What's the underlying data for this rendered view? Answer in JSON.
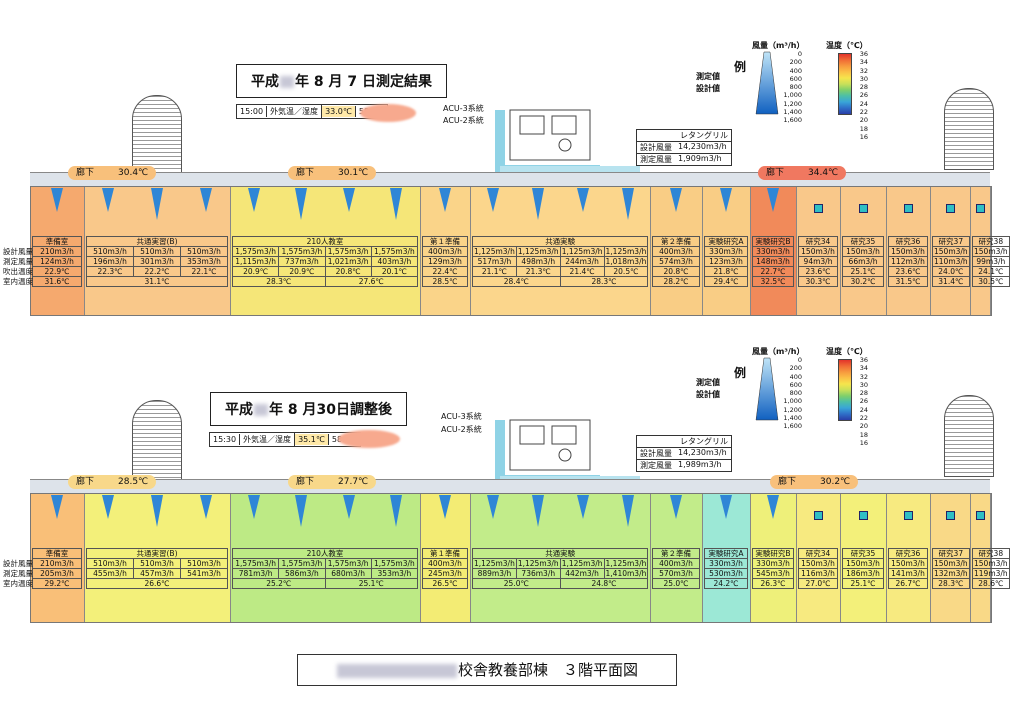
{
  "plan1": {
    "title_prefix": "平成",
    "title_suffix": "年 8 月 7 日測定結果",
    "conditions": [
      "15:00",
      "外気温／湿度",
      "33.0℃",
      "58.0%"
    ],
    "halls": [
      {
        "label": "廊下",
        "temp": "30.4℃",
        "color": "#f8c07b"
      },
      {
        "label": "廊下",
        "temp": "30.1℃",
        "color": "#f8c07b"
      },
      {
        "label": "廊下",
        "temp": "34.4℃",
        "color": "#f07860"
      }
    ],
    "row_labels": [
      "設計風量",
      "測定風量",
      "吹出温度",
      "室内温度"
    ],
    "rooms": [
      {
        "name": "準備室",
        "color": "#f5a96e",
        "design": [
          "210m3/h"
        ],
        "measured": [
          "124m3/h"
        ],
        "outlet": [
          "22.9℃"
        ],
        "room_temp": "31.6℃"
      },
      {
        "name": "共通実習(B)",
        "color": "#f9c88a",
        "design": [
          "510m3/h",
          "510m3/h",
          "510m3/h"
        ],
        "measured": [
          "196m3/h",
          "301m3/h",
          "353m3/h"
        ],
        "outlet": [
          "22.3℃",
          "22.2℃",
          "22.1℃"
        ],
        "room_temp": "31.1℃"
      },
      {
        "name": "210人教室",
        "color": "#f5e678",
        "design": [
          "1,575m3/h",
          "1,575m3/h",
          "1,575m3/h",
          "1,575m3/h"
        ],
        "measured": [
          "1,115m3/h",
          "737m3/h",
          "1,021m3/h",
          "403m3/h"
        ],
        "outlet": [
          "20.9℃",
          "20.9℃",
          "20.8℃",
          "20.1℃"
        ],
        "room_temp": [
          "28.3℃",
          "27.6℃"
        ]
      },
      {
        "name": "第１準備",
        "color": "#fad489",
        "design": [
          "400m3/h"
        ],
        "measured": [
          "129m3/h"
        ],
        "outlet": [
          "22.4℃"
        ],
        "room_temp": "28.5℃"
      },
      {
        "name": "共通実験",
        "color": "#fbd68c",
        "design": [
          "1,125m3/h",
          "1,125m3/h",
          "1,125m3/h",
          "1,125m3/h"
        ],
        "measured": [
          "517m3/h",
          "498m3/h",
          "244m3/h",
          "1,018m3/h"
        ],
        "outlet": [
          "21.1℃",
          "21.3℃",
          "21.4℃",
          "20.5℃"
        ],
        "room_temp": [
          "28.4℃",
          "28.3℃"
        ]
      },
      {
        "name": "第２準備",
        "color": "#f9cd85",
        "design": [
          "400m3/h"
        ],
        "measured": [
          "574m3/h"
        ],
        "outlet": [
          "20.8℃"
        ],
        "room_temp": "28.2℃"
      },
      {
        "name": "実験研究A",
        "color": "#f9cd85",
        "design": [
          "330m3/h"
        ],
        "measured": [
          "123m3/h"
        ],
        "outlet": [
          "21.8℃"
        ],
        "room_temp": "29.4℃"
      },
      {
        "name": "実験研究B",
        "color": "#f18a5a",
        "design": [
          "330m3/h"
        ],
        "measured": [
          "148m3/h"
        ],
        "outlet": [
          "22.7℃"
        ],
        "room_temp": "32.5℃"
      },
      {
        "name": "研究34",
        "color": "#f9c88a",
        "design": [
          "150m3/h"
        ],
        "measured": [
          "94m3/h"
        ],
        "outlet": [
          "23.6℃"
        ],
        "room_temp": "30.3℃"
      },
      {
        "name": "研究35",
        "color": "#f9c88a",
        "design": [
          "150m3/h"
        ],
        "measured": [
          "66m3/h"
        ],
        "outlet": [
          "25.1℃"
        ],
        "room_temp": "30.2℃"
      },
      {
        "name": "研究36",
        "color": "#f9c88a",
        "design": [
          "150m3/h"
        ],
        "measured": [
          "112m3/h"
        ],
        "outlet": [
          "23.6℃"
        ],
        "room_temp": "31.5℃"
      },
      {
        "name": "研究37",
        "color": "#f9c88a",
        "design": [
          "150m3/h"
        ],
        "measured": [
          "110m3/h"
        ],
        "outlet": [
          "24.0℃"
        ],
        "room_temp": "31.4℃"
      },
      {
        "name": "研究38",
        "color": "#f9c88a",
        "design": [
          "150m3/h"
        ],
        "measured": [
          "99m3/h"
        ],
        "outlet": [
          "24.1℃"
        ],
        "room_temp": "30.5℃"
      }
    ]
  },
  "plan2": {
    "title_prefix": "平成",
    "title_suffix": "年 8 月30日調整後",
    "conditions": [
      "15:30",
      "外気温／湿度",
      "35.1℃",
      "58.4%"
    ],
    "halls": [
      {
        "label": "廊下",
        "temp": "28.5℃",
        "color": "#f8d88a"
      },
      {
        "label": "廊下",
        "temp": "27.7℃",
        "color": "#f8d88a"
      },
      {
        "label": "廊下",
        "temp": "30.2℃",
        "color": "#f8c07b"
      }
    ],
    "row_labels": [
      "設計風量",
      "測定風量",
      "室内温度"
    ],
    "rooms": [
      {
        "name": "準備室",
        "color": "#f9bf78",
        "design": [
          "210m3/h"
        ],
        "measured": [
          "205m3/h"
        ],
        "room_temp": "29.2℃"
      },
      {
        "name": "共通実習(B)",
        "color": "#f3f07a",
        "design": [
          "510m3/h",
          "510m3/h",
          "510m3/h"
        ],
        "measured": [
          "455m3/h",
          "457m3/h",
          "541m3/h"
        ],
        "room_temp": "26.6℃"
      },
      {
        "name": "210人教室",
        "color": "#bdea85",
        "design": [
          "1,575m3/h",
          "1,575m3/h",
          "1,575m3/h",
          "1,575m3/h"
        ],
        "measured": [
          "781m3/h",
          "586m3/h",
          "680m3/h",
          "353m3/h"
        ],
        "room_temp": [
          "25.2℃",
          "25.1℃"
        ]
      },
      {
        "name": "第１準備",
        "color": "#f3ec74",
        "design": [
          "400m3/h"
        ],
        "measured": [
          "245m3/h"
        ],
        "room_temp": "26.5℃"
      },
      {
        "name": "共通実験",
        "color": "#c2ec8a",
        "design": [
          "1,125m3/h",
          "1,125m3/h",
          "1,125m3/h",
          "1,125m3/h"
        ],
        "measured": [
          "889m3/h",
          "736m3/h",
          "442m3/h",
          "1,410m3/h"
        ],
        "room_temp": [
          "25.0℃",
          "24.8℃"
        ]
      },
      {
        "name": "第２準備",
        "color": "#c2ec8a",
        "design": [
          "400m3/h"
        ],
        "measured": [
          "570m3/h"
        ],
        "room_temp": "25.0℃"
      },
      {
        "name": "実験研究A",
        "color": "#9ce8d6",
        "design": [
          "330m3/h"
        ],
        "measured": [
          "530m3/h"
        ],
        "room_temp": "24.2℃"
      },
      {
        "name": "実験研究B",
        "color": "#eef07a",
        "design": [
          "330m3/h"
        ],
        "measured": [
          "545m3/h"
        ],
        "room_temp": "26.3℃"
      },
      {
        "name": "研究34",
        "color": "#f7ea80",
        "design": [
          "150m3/h"
        ],
        "measured": [
          "116m3/h"
        ],
        "room_temp": "27.0℃"
      },
      {
        "name": "研究35",
        "color": "#f3f07a",
        "design": [
          "150m3/h"
        ],
        "measured": [
          "186m3/h"
        ],
        "room_temp": "25.1℃"
      },
      {
        "name": "研究36",
        "color": "#f7ea80",
        "design": [
          "150m3/h"
        ],
        "measured": [
          "141m3/h"
        ],
        "room_temp": "26.7℃"
      },
      {
        "name": "研究37",
        "color": "#f9d987",
        "design": [
          "150m3/h"
        ],
        "measured": [
          "132m3/h"
        ],
        "room_temp": "28.3℃"
      },
      {
        "name": "研究38",
        "color": "#f9d987",
        "design": [
          "150m3/h"
        ],
        "measured": [
          "119m3/h"
        ],
        "room_temp": "28.6℃"
      }
    ]
  },
  "acu": {
    "acu3": "ACU-3系統",
    "acu2": "ACU-2系統"
  },
  "return_grill": {
    "title": "レタングリル",
    "design_label": "設計風量",
    "design_value": "14,230m3/h",
    "measured_label": "測定風量",
    "measured_value_1": "1,909m3/h",
    "measured_value_2": "1,989m3/h"
  },
  "legend": {
    "example": "例",
    "measured": "測定値",
    "design": "設計値",
    "flow_title": "風量（m³/h）",
    "flow_ticks": [
      "0",
      "200",
      "400",
      "600",
      "800",
      "1,000",
      "1,200",
      "1,400",
      "1,600"
    ],
    "temp_title": "温度（℃）",
    "temp_ticks": [
      "36",
      "34",
      "32",
      "30",
      "28",
      "26",
      "24",
      "22",
      "20",
      "18",
      "16"
    ],
    "temp_colors": [
      "#e3332a",
      "#f06b35",
      "#f79a3e",
      "#fbc146",
      "#f6e54c",
      "#c8e05a",
      "#7fcf6b",
      "#4bbfa8",
      "#39a5d8",
      "#2f6fc8",
      "#2a3ea8"
    ]
  },
  "footer": {
    "suffix": "校舎教養部棟　３階平面図"
  }
}
